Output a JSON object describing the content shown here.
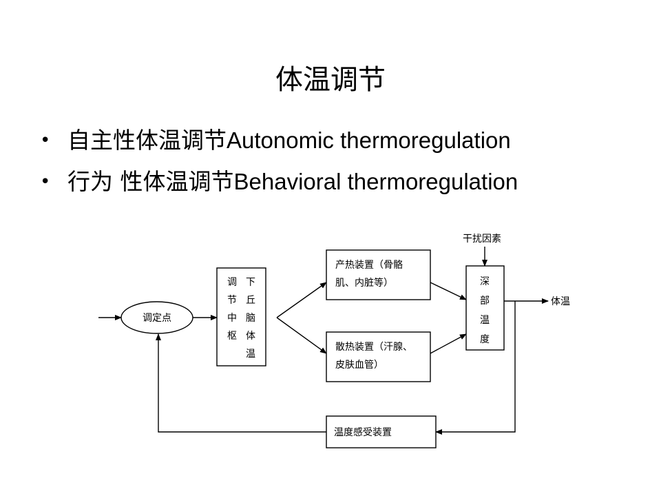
{
  "slide": {
    "title": "体温调节",
    "bullets": [
      {
        "zh": "自主性体温调节",
        "en": "Autonomic thermoregulation"
      },
      {
        "zh": "行为 性体温调节",
        "en": "Behavioral thermoregulation"
      }
    ]
  },
  "diagram": {
    "set_point": "调定点",
    "center": {
      "col1": [
        "调",
        "节",
        "中",
        "枢"
      ],
      "col2": [
        "下",
        "丘",
        "脑",
        "体",
        "温"
      ]
    },
    "heat_production": [
      "产热装置（骨骼",
      "肌、内脏等）"
    ],
    "heat_dissipation": [
      "散热装置（汗腺、",
      "皮肤血管）"
    ],
    "core_temp": [
      "深",
      "部",
      "温",
      "度"
    ],
    "disturbance": "干扰因素",
    "output": "体温",
    "sensor": "温度感受装置"
  }
}
